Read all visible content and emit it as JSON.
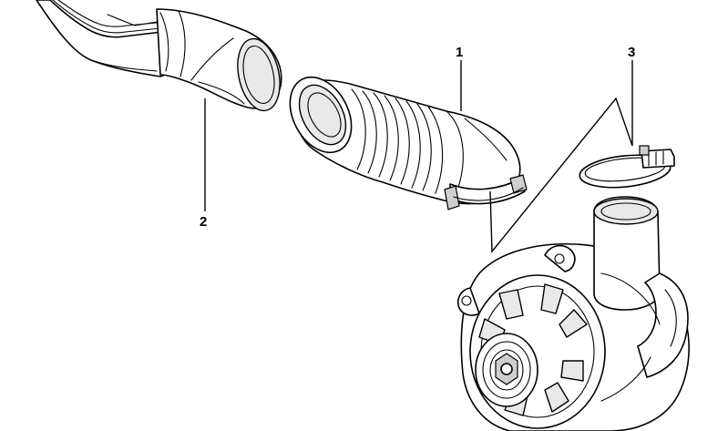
{
  "callouts": {
    "c1": "1",
    "c2": "2",
    "c3": "3"
  },
  "parts": {
    "air_duct": "air-duct",
    "bellows_hose": "bellows-hose",
    "hose_clamp": "hose-clamp",
    "alternator": "alternator"
  },
  "colors": {
    "ink": "#000000",
    "background": "#ffffff",
    "shading": "#e9e9e9"
  }
}
